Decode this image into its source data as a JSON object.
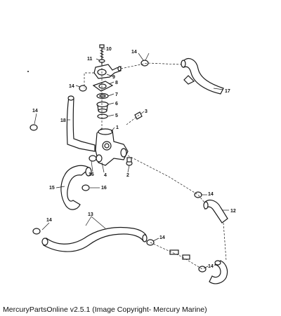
{
  "caption": "MercuryPartsOnline v2.5.1 (Image Copyright- Mercury Marine)",
  "callouts": {
    "c1": "1",
    "c2": "2",
    "c3": "3",
    "c4": "4",
    "c5": "5",
    "c6": "6",
    "c7": "7",
    "c8": "8",
    "c9": "9",
    "c10": "10",
    "c11": "11",
    "c12": "12",
    "c13": "13",
    "c14": "14",
    "c15": "15",
    "c16": "16",
    "c17": "17",
    "c18": "18"
  }
}
